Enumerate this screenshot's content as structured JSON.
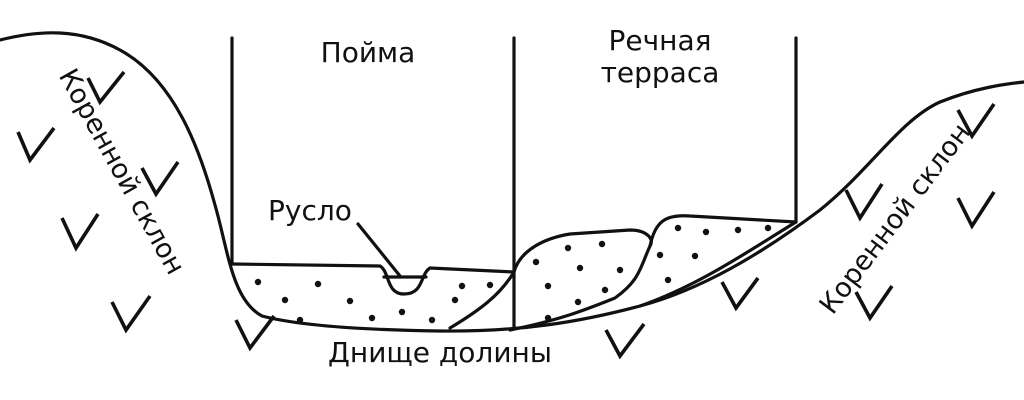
{
  "labels": {
    "floodplain": "Пойма",
    "terrace_line1": "Речная",
    "terrace_line2": "терраса",
    "channel": "Русло",
    "valley_floor": "Днище долины",
    "bedrock_slope_left": "Коренной склон",
    "bedrock_slope_right": "Коренной склон"
  },
  "colors": {
    "ink": "#111111",
    "background": "#ffffff"
  },
  "symbols": {
    "bedrock": "check-mark",
    "alluvium": "dot"
  }
}
